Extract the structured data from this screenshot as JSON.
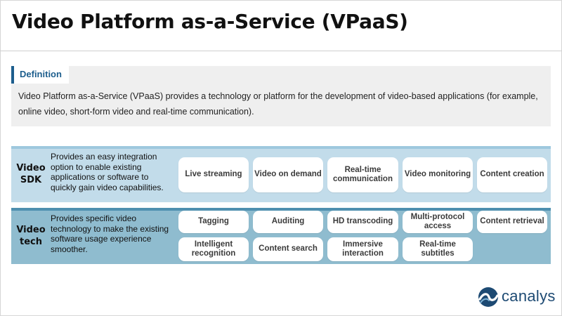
{
  "title": "Video Platform as-a-Service (VPaaS)",
  "definition": {
    "label": "Definition",
    "text": "Video Platform as-a-Service (VPaaS) provides a technology or platform for the development of video-based applications (for example, online video, short-form video and real-time communication)."
  },
  "sdk": {
    "name": "Video SDK",
    "description": "Provides an easy integration option to enable existing applications or software to quickly gain video capabilities.",
    "capabilities": [
      "Live streaming",
      "Video on demand",
      "Real-time communication",
      "Video monitoring",
      "Content creation"
    ]
  },
  "tech": {
    "name": "Video tech",
    "description": "Provides specific video technology to make the existing software usage experience smoother.",
    "row1": [
      "Tagging",
      "Auditing",
      "HD transcoding",
      "Multi-protocol access",
      "Content retrieval"
    ],
    "row2": [
      "Intelligent recognition",
      "Content search",
      "Immersive interaction",
      "Real-time subtitles"
    ]
  },
  "logo": {
    "text": "canalys",
    "icon": "canalys-wave-logo",
    "color": "#1d4a73"
  },
  "colors": {
    "accent": "#1d5e8d",
    "sdk_band": "#c2dcea",
    "tech_band": "#8fbccf"
  }
}
